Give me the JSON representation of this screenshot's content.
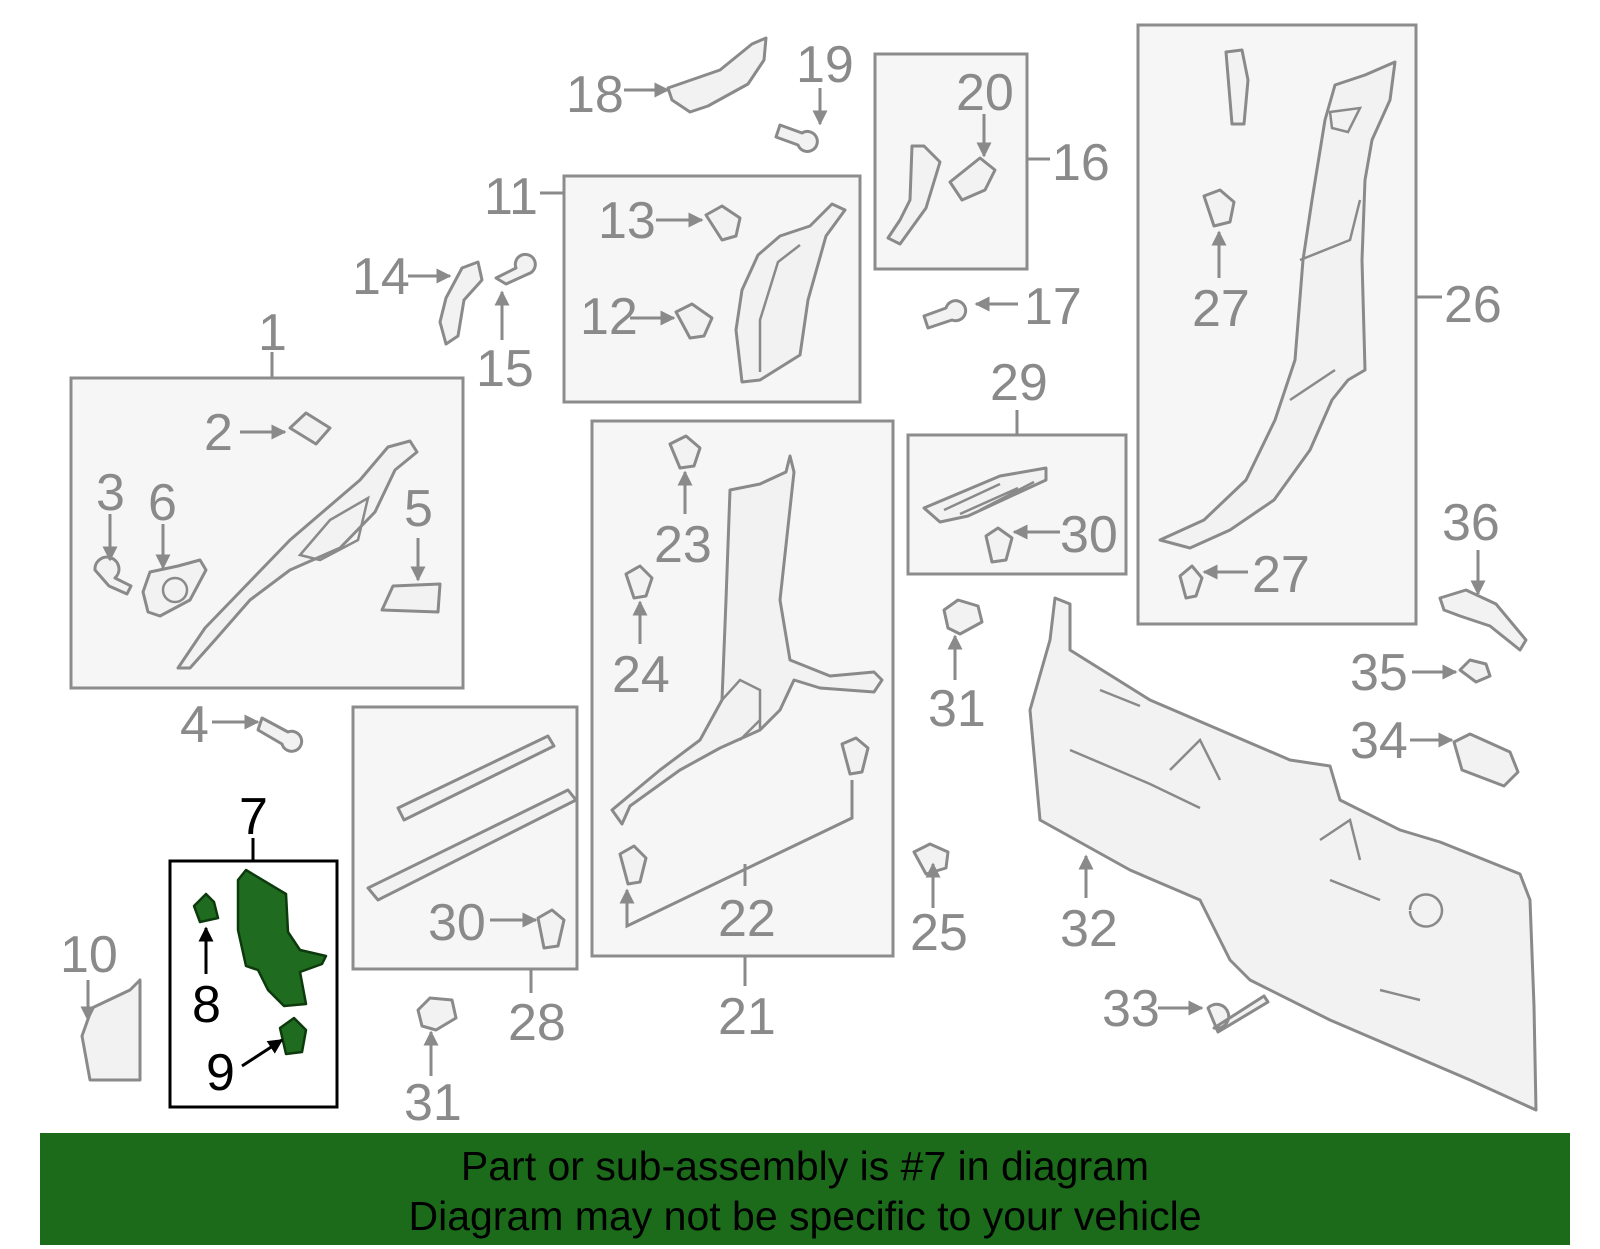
{
  "callouts": {
    "c1": "1",
    "c2": "2",
    "c3": "3",
    "c4": "4",
    "c5": "5",
    "c6": "6",
    "c7": "7",
    "c8": "8",
    "c9": "9",
    "c10": "10",
    "c11": "11",
    "c12": "12",
    "c13": "13",
    "c14": "14",
    "c15": "15",
    "c16": "16",
    "c17": "17",
    "c18": "18",
    "c19": "19",
    "c20": "20",
    "c21": "21",
    "c22": "22",
    "c23": "23",
    "c24": "24",
    "c25": "25",
    "c26": "26",
    "c27a": "27",
    "c27b": "27",
    "c28": "28",
    "c29": "29",
    "c30a": "30",
    "c30b": "30",
    "c31a": "31",
    "c31b": "31",
    "c32": "32",
    "c33": "33",
    "c34": "34",
    "c35": "35",
    "c36": "36"
  },
  "highlighted_part": "7",
  "colors": {
    "highlight": "#1b6b1b",
    "line": "#8a8a8a",
    "box_fill": "#f6f6f6"
  },
  "banner": {
    "line1": "Part or sub-assembly is #7 in diagram",
    "line2": "Diagram may not be specific to your vehicle"
  }
}
